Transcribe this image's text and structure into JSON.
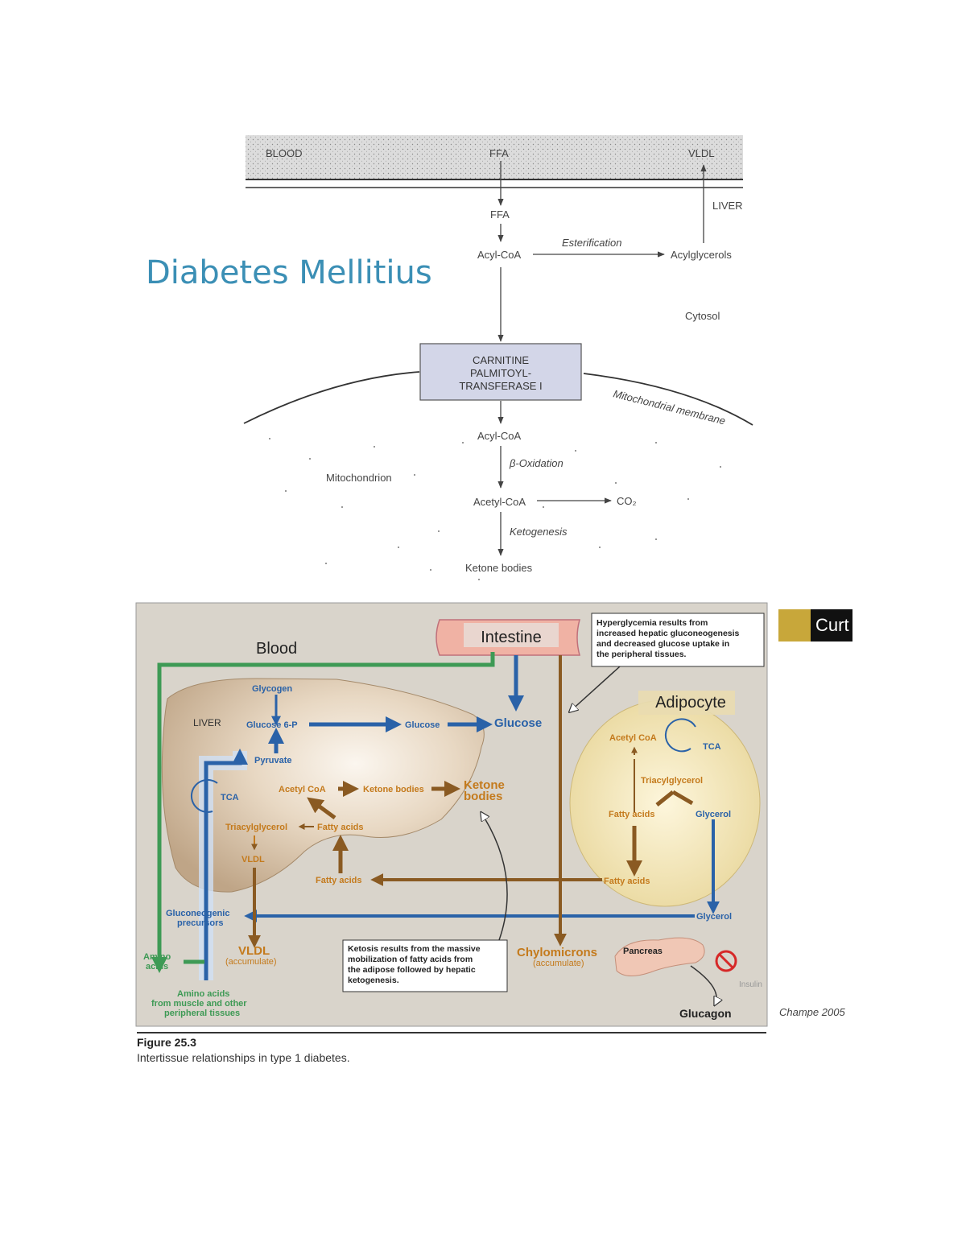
{
  "title": "Diabetes Mellitius",
  "top_diagram": {
    "blood": "BLOOD",
    "ffa_top": "FFA",
    "vldl": "VLDL",
    "ffa": "FFA",
    "liver": "LIVER",
    "acyl_coa_1": "Acyl-CoA",
    "esterification": "Esterification",
    "acylglycerols": "Acylglycerols",
    "cytosol": "Cytosol",
    "cpt_1": "CARNITINE",
    "cpt_2": "PALMITOYL-",
    "cpt_3": "TRANSFERASE I",
    "mito_membrane": "Mitochondrial membrane",
    "acyl_coa_2": "Acyl-CoA",
    "beta_oxidation": "β-Oxidation",
    "mitochondrion": "Mitochondrion",
    "acetyl_coa": "Acetyl-CoA",
    "co2": "CO₂",
    "ketogenesis": "Ketogenesis",
    "ketone_bodies": "Ketone bodies"
  },
  "bottom_diagram": {
    "blood": "Blood",
    "intestine": "Intestine",
    "callout_hyper": [
      "Hyperglycemia results from",
      "increased hepatic gluconeogenesis",
      "and decreased glucose uptake in",
      "the peripheral tissues."
    ],
    "glycogen": "Glycogen",
    "liver": "LIVER",
    "glucose6p": "Glucose 6-P",
    "glucose_small": "Glucose",
    "glucose_big": "Glucose",
    "adipocyte": "Adipocyte",
    "acetyl_coa_adipo": "Acetyl CoA",
    "tca_adipo": "TCA",
    "pyruvate": "Pyruvate",
    "tca_liver": "TCA",
    "acetyl_coa_liver": "Acetyl CoA",
    "ketone_bodies_small": "Ketone bodies",
    "ketone_bodies_big_1": "Ketone",
    "ketone_bodies_big_2": "bodies",
    "triacylglycerol_adipo": "Triacylglycerol",
    "fatty_acids_adipo": "Fatty acids",
    "glycerol_adipo": "Glycerol",
    "triacylglycerol_liver": "Triacylglycerol",
    "fatty_acids_liver": "Fatty acids",
    "vldl_liver": "VLDL",
    "fatty_acids_mid": "Fatty acids",
    "fatty_acids_right": "Fatty acids",
    "gluconeogenic_1": "Gluconeogenic",
    "gluconeogenic_2": "precursors",
    "glycerol_blood": "Glycerol",
    "amino_acids_1": "Amino",
    "amino_acids_2": "acids",
    "vldl_big": "VLDL",
    "vldl_accum": "(accumulate)",
    "callout_keto": [
      "Ketosis results from the massive",
      "mobilization of fatty acids from",
      "the adipose followed by hepatic",
      "ketogenesis."
    ],
    "chylomicrons": "Chylomicrons",
    "chylo_accum": "(accumulate)",
    "pancreas": "Pancreas",
    "insulin": "Insulin",
    "amino_src_1": "Amino acids",
    "amino_src_2": "from muscle and other",
    "amino_src_3": "peripheral tissues",
    "glucagon": "Glucagon"
  },
  "logo_text": "Curt",
  "credit": "Champe 2005",
  "figure_label": "Figure 25.3",
  "figure_caption": "Intertissue relationships in type 1 diabetes.",
  "colors": {
    "title": "#3b8fb5",
    "blue_path": "#2a62a8",
    "brown_path": "#8a5a22",
    "green_path": "#3e9a55",
    "orange_text": "#c47a1c",
    "panel_bg": "#d9d4cb",
    "logo_gold": "#c8a73a"
  }
}
